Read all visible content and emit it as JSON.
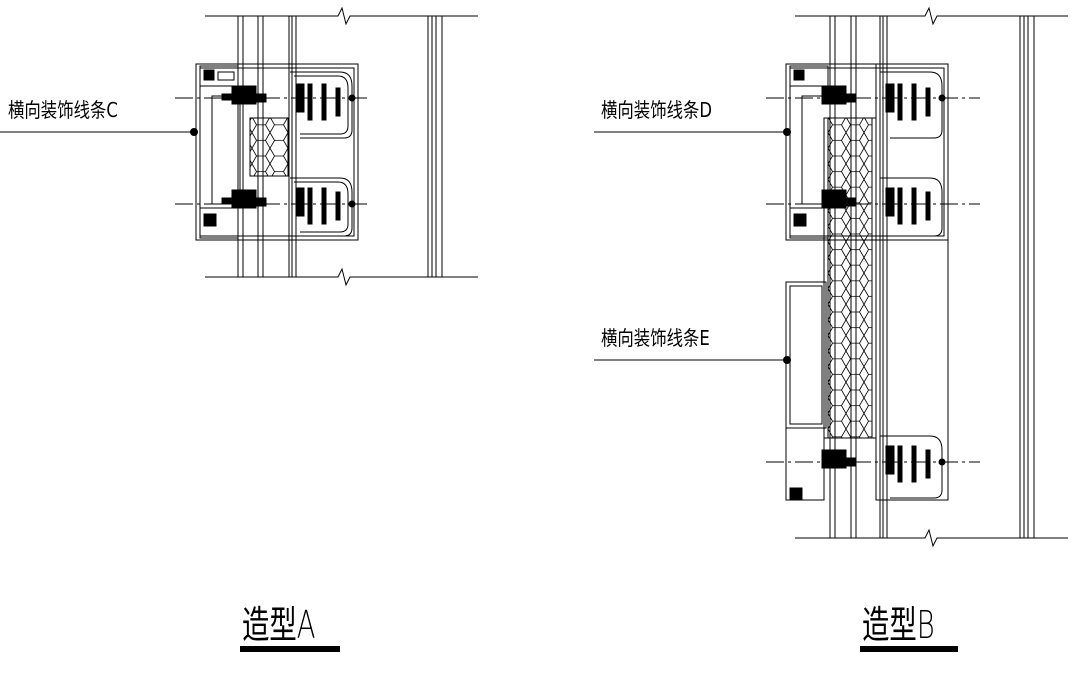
{
  "detail_a": {
    "label": "横向装饰线条C",
    "title": "造型A"
  },
  "detail_b": {
    "label_top": "横向装饰线条D",
    "label_bottom": "横向装饰线条E",
    "title": "造型B"
  },
  "colors": {
    "line": "#000000",
    "background": "#ffffff"
  }
}
